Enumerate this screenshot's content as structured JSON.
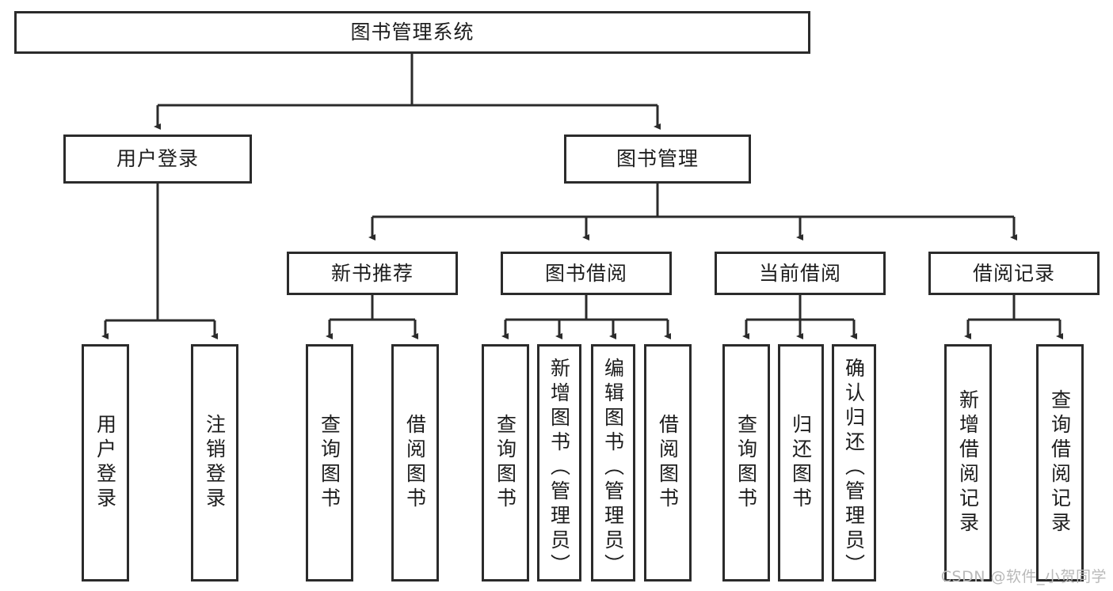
{
  "diagram": {
    "type": "tree-hierarchy",
    "title": "图书管理系统",
    "watermark": "CSDN @软件_小贺同学",
    "colors": {
      "stroke": "#2b2b2b",
      "background": "#ffffff",
      "text": "#1d1d1d",
      "watermark": "#b9b9b9"
    },
    "nodes": {
      "root": {
        "label": "图书管理系统",
        "orientation": "horizontal"
      },
      "level2": [
        {
          "id": "user-login",
          "label": "用户登录",
          "orientation": "horizontal"
        },
        {
          "id": "book-management",
          "label": "图书管理",
          "orientation": "horizontal"
        }
      ],
      "level3": [
        {
          "id": "new-book-recommend",
          "label": "新书推荐",
          "orientation": "horizontal"
        },
        {
          "id": "book-borrow",
          "label": "图书借阅",
          "orientation": "horizontal"
        },
        {
          "id": "current-borrow",
          "label": "当前借阅",
          "orientation": "horizontal"
        },
        {
          "id": "borrow-record",
          "label": "借阅记录",
          "orientation": "horizontal"
        }
      ],
      "leaves": [
        {
          "id": "leaf-user-login",
          "label": "用户登录",
          "orientation": "vertical"
        },
        {
          "id": "leaf-logout-login",
          "label": "注销登录",
          "orientation": "vertical"
        },
        {
          "id": "leaf-query-book-1",
          "label": "查询图书",
          "orientation": "vertical"
        },
        {
          "id": "leaf-borrow-book-1",
          "label": "借阅图书",
          "orientation": "vertical"
        },
        {
          "id": "leaf-query-book-2",
          "label": "查询图书",
          "orientation": "vertical"
        },
        {
          "id": "leaf-add-book-admin",
          "label": "新增图书（管理员）",
          "orientation": "vertical"
        },
        {
          "id": "leaf-edit-book-admin",
          "label": "编辑图书（管理员）",
          "orientation": "vertical"
        },
        {
          "id": "leaf-borrow-book-2",
          "label": "借阅图书",
          "orientation": "vertical"
        },
        {
          "id": "leaf-query-book-3",
          "label": "查询图书",
          "orientation": "vertical"
        },
        {
          "id": "leaf-return-book",
          "label": "归还图书",
          "orientation": "vertical"
        },
        {
          "id": "leaf-confirm-return-admin",
          "label": "确认归还（管理员）",
          "orientation": "vertical"
        },
        {
          "id": "leaf-add-borrow-record",
          "label": "新增借阅记录",
          "orientation": "vertical"
        },
        {
          "id": "leaf-query-borrow-record",
          "label": "查询借阅记录",
          "orientation": "vertical"
        }
      ]
    }
  }
}
